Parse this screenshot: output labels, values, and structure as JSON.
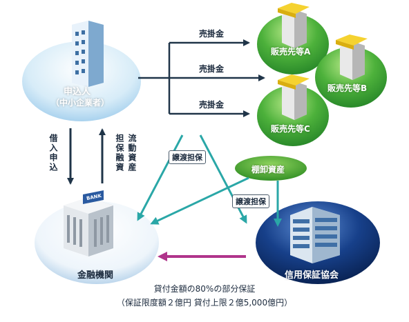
{
  "applicant": {
    "title": "申込人",
    "subtitle": "（中小企業者）"
  },
  "customers": [
    "販売先等A",
    "販売先等B",
    "販売先等C"
  ],
  "receivable_label": "売掛金",
  "applicant_to_bank": "借入申込",
  "bank_to_applicant": [
    "流動資産",
    "担保融資"
  ],
  "transfer_collateral": "譲渡担保",
  "inventory": "棚卸資産",
  "bank": {
    "name": "金融機関",
    "sign": "BANK"
  },
  "guarantor": "信用保証協会",
  "guarantee": {
    "line1": "貸付金額の80%の部分保証",
    "line2": "（保証限度額２億円 貸付上限２億5,000億円）"
  },
  "colors": {
    "arrow_dark": "#1f3448",
    "arrow_teal": "#2aa7a7",
    "arrow_magenta": "#b0348b",
    "circle_blue_light": "#cfe8f7",
    "circle_green": "#3aa33a",
    "circle_navy": "#0e2f6b"
  }
}
